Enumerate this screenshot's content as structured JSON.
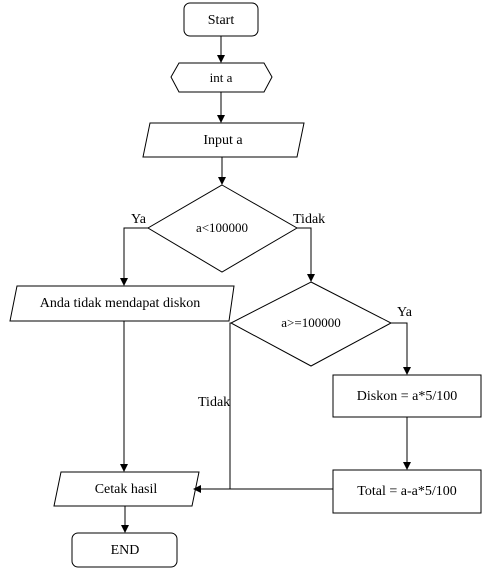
{
  "nodes": {
    "start": "Start",
    "declare": "int a",
    "input": "Input a",
    "decision1": "a<100000",
    "no_discount": "Anda tidak mendapat diskon",
    "decision2": "a>=100000",
    "discount": "Diskon = a*5/100",
    "total": "Total = a-a*5/100",
    "print": "Cetak hasil",
    "end": "END"
  },
  "edge_labels": {
    "d1_yes": "Ya",
    "d1_no": "Tidak",
    "d2_yes": "Ya",
    "d2_no": "Tidak"
  }
}
